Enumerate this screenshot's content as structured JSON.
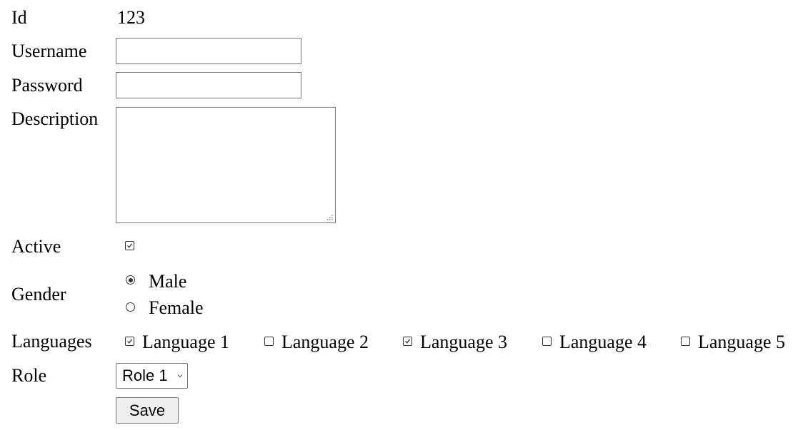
{
  "form": {
    "id": {
      "label": "Id",
      "value": "123"
    },
    "username": {
      "label": "Username",
      "value": "",
      "placeholder": ""
    },
    "password": {
      "label": "Password",
      "value": "",
      "placeholder": ""
    },
    "description": {
      "label": "Description",
      "value": ""
    },
    "active": {
      "label": "Active",
      "checked": true
    },
    "gender": {
      "label": "Gender",
      "options": [
        {
          "label": "Male",
          "selected": true
        },
        {
          "label": "Female",
          "selected": false
        }
      ]
    },
    "languages": {
      "label": "Languages",
      "options": [
        {
          "label": "Language 1",
          "checked": true
        },
        {
          "label": "Language 2",
          "checked": false
        },
        {
          "label": "Language 3",
          "checked": true
        },
        {
          "label": "Language 4",
          "checked": false
        },
        {
          "label": "Language 5",
          "checked": false
        }
      ]
    },
    "role": {
      "label": "Role",
      "selected": "Role 1"
    },
    "save_label": "Save"
  },
  "icons": {
    "checkbox": "checkbox-icon",
    "radio": "radio-icon",
    "dropdown": "chevron-down-icon",
    "resize": "resize-grip-icon"
  }
}
